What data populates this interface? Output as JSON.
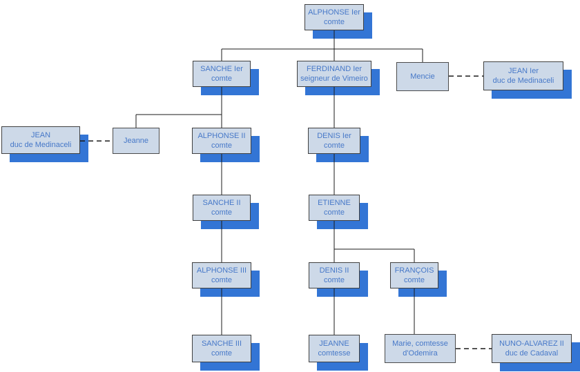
{
  "chart_title": "",
  "colors": {
    "bg": "#ffffff",
    "node-fill": "#cdd9e8",
    "node-border": "#3f3f3f",
    "plain-border": "#4a4a4a",
    "node-text": "#4678c8",
    "shadow": "#3375d5",
    "line": "#1a1a1a"
  },
  "nodes": {
    "alphonse1": {
      "line1": "ALPHONSE Ier",
      "line2": "comte"
    },
    "sanche1": {
      "line1": "SANCHE Ier",
      "line2": "comte"
    },
    "ferdinand1": {
      "line1": "FERDINAND Ier",
      "line2": "seigneur de Vimeiro"
    },
    "mencie": {
      "line1": "Mencie",
      "line2": ""
    },
    "jean1_medinaceli": {
      "line1": "JEAN Ier",
      "line2": "duc de Medinaceli"
    },
    "jean_medinaceli": {
      "line1": "JEAN",
      "line2": "duc de Medinaceli"
    },
    "jeanne": {
      "line1": "Jeanne",
      "line2": ""
    },
    "alphonse2": {
      "line1": "ALPHONSE II",
      "line2": "comte"
    },
    "denis1": {
      "line1": "DENIS Ier",
      "line2": "comte"
    },
    "sanche2": {
      "line1": "SANCHE II",
      "line2": "comte"
    },
    "etienne": {
      "line1": "ETIENNE",
      "line2": "comte"
    },
    "alphonse3": {
      "line1": "ALPHONSE III",
      "line2": "comte"
    },
    "denis2": {
      "line1": "DENIS II",
      "line2": "comte"
    },
    "francois": {
      "line1": "FRANÇOIS",
      "line2": "comte"
    },
    "sanche3": {
      "line1": "SANCHE III",
      "line2": "comte"
    },
    "jeanne_comtesse": {
      "line1": "JEANNE",
      "line2": "comtesse"
    },
    "marie": {
      "line1": "Marie, comtesse",
      "line2": "d'Odemira"
    },
    "nuno_alvarez2": {
      "line1": "NUNO-ALVAREZ II",
      "line2": "duc de Cadaval"
    }
  },
  "edges": [
    {
      "from": "alphonse1",
      "to": "sanche1",
      "type": "descent"
    },
    {
      "from": "alphonse1",
      "to": "ferdinand1",
      "type": "descent"
    },
    {
      "from": "alphonse1",
      "to": "mencie",
      "type": "descent"
    },
    {
      "from": "mencie",
      "to": "jean1_medinaceli",
      "type": "marriage-dashed"
    },
    {
      "from": "sanche1",
      "to": "jeanne",
      "type": "descent"
    },
    {
      "from": "sanche1",
      "to": "alphonse2",
      "type": "descent"
    },
    {
      "from": "jean_medinaceli",
      "to": "jeanne",
      "type": "marriage-dashed"
    },
    {
      "from": "ferdinand1",
      "to": "denis1",
      "type": "descent"
    },
    {
      "from": "alphonse2",
      "to": "sanche2",
      "type": "descent"
    },
    {
      "from": "denis1",
      "to": "etienne",
      "type": "descent"
    },
    {
      "from": "sanche2",
      "to": "alphonse3",
      "type": "descent"
    },
    {
      "from": "etienne",
      "to": "denis2",
      "type": "descent"
    },
    {
      "from": "etienne",
      "to": "francois",
      "type": "descent"
    },
    {
      "from": "alphonse3",
      "to": "sanche3",
      "type": "descent"
    },
    {
      "from": "denis2",
      "to": "jeanne_comtesse",
      "type": "descent"
    },
    {
      "from": "francois",
      "to": "marie",
      "type": "descent"
    },
    {
      "from": "marie",
      "to": "nuno_alvarez2",
      "type": "marriage-dashed"
    }
  ]
}
